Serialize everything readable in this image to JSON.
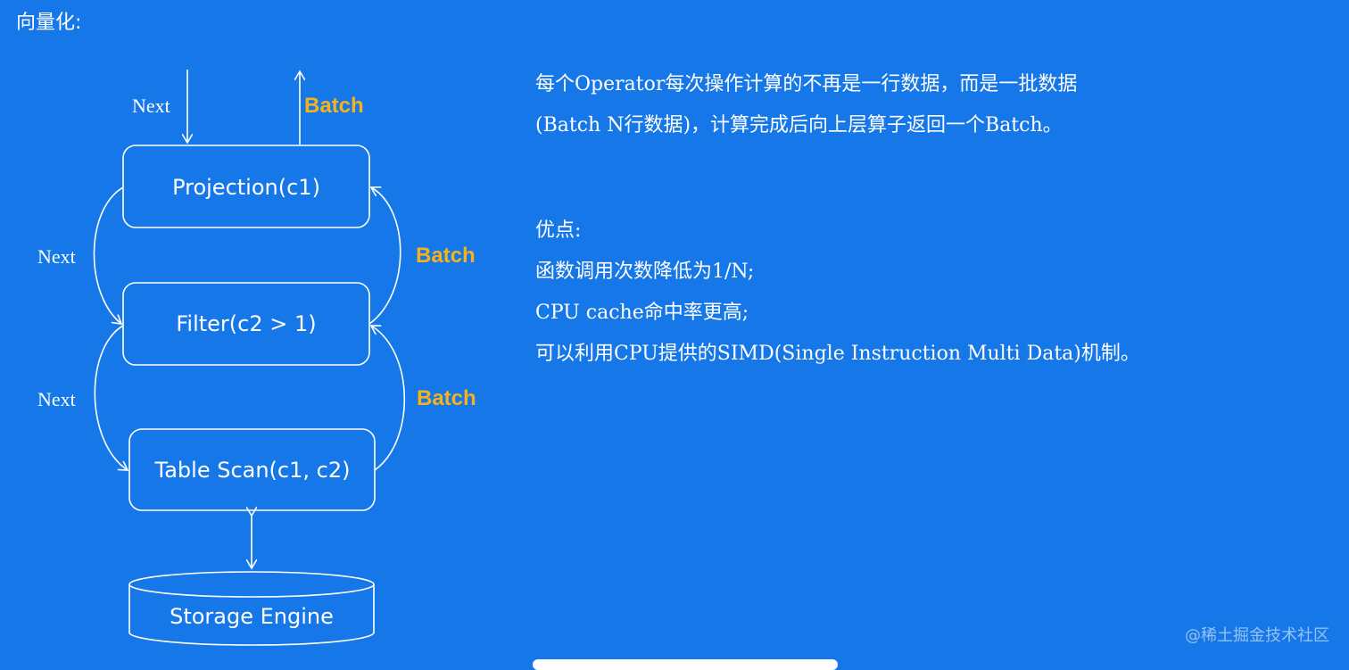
{
  "title": "向量化:",
  "diagram": {
    "nodes": {
      "projection": "Projection(c1)",
      "filter": "Filter(c2 > 1)",
      "table_scan": "Table Scan(c1, c2)",
      "storage": "Storage Engine"
    },
    "labels": {
      "next_top": "Next",
      "batch_top": "Batch",
      "next_1": "Next",
      "batch_1": "Batch",
      "next_2": "Next",
      "batch_2": "Batch"
    }
  },
  "description": {
    "line1": "每个Operator每次操作计算的不再是一行数据，而是一批数据",
    "line2": "(Batch N行数据)，计算完成后向上层算子返回一个Batch。"
  },
  "advantages": {
    "heading": "优点:",
    "items": [
      "函数调用次数降低为1/N;",
      "CPU cache命中率更高;",
      "可以利用CPU提供的SIMD(Single Instruction Multi Data)机制。"
    ]
  },
  "watermark": "@稀土掘金技术社区",
  "colors": {
    "background": "#1677e8",
    "batch_label": "#f5b21a",
    "line": "#ffffff"
  }
}
